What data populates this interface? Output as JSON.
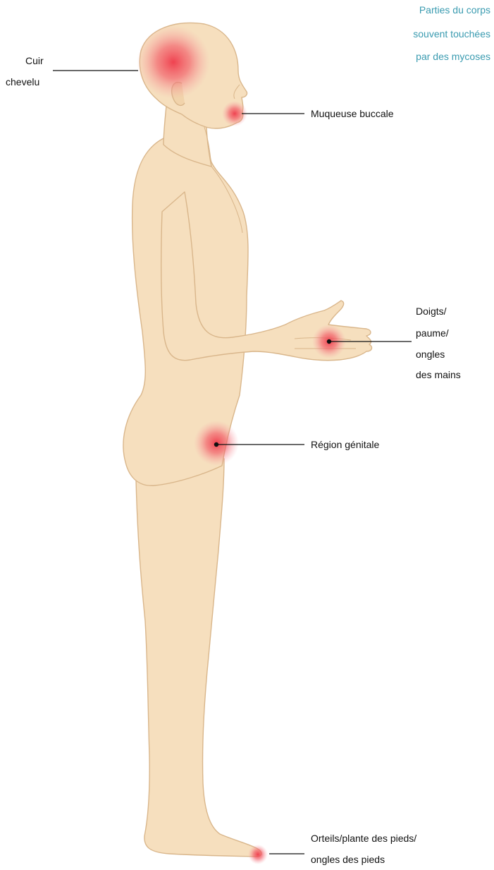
{
  "title": [
    "Parties du corps",
    "souvent touchées",
    "par des mycoses"
  ],
  "labels": {
    "scalp": [
      "Cuir",
      "chevelu"
    ],
    "mouth": [
      "Muqueuse buccale"
    ],
    "hand": [
      "Doigts/",
      "paume/",
      "ongles",
      "des mains"
    ],
    "genital": [
      "Région génitale"
    ],
    "feet": [
      "Orteils/plante des pieds/",
      "ongles des pieds"
    ]
  },
  "colors": {
    "title": "#3a9bb0",
    "skin": "#f6dfbe",
    "skin_outline": "#d9b68b",
    "highlight": "#ef4a55",
    "leader_line": "#111111"
  }
}
